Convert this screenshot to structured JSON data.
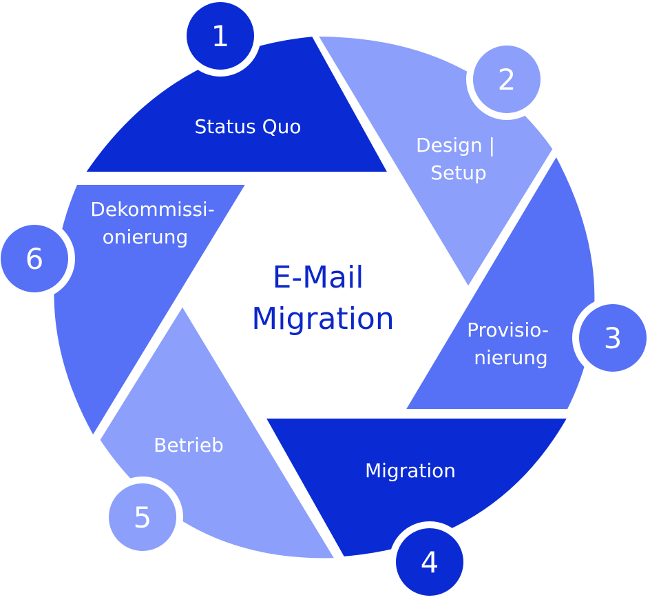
{
  "center": {
    "line1": "E-Mail",
    "line2": "Migration"
  },
  "colors": {
    "dark": "#0a2bd3",
    "medium": "#5670f6",
    "light": "#8b9ffb",
    "center_text": "#0b26c9",
    "label_text": "#ffffff"
  },
  "steps": [
    {
      "number": "1",
      "label_line1": "Status Quo",
      "label_line2": "",
      "color": "dark"
    },
    {
      "number": "2",
      "label_line1": "Design |",
      "label_line2": "Setup",
      "color": "light"
    },
    {
      "number": "3",
      "label_line1": "Provisio-",
      "label_line2": "nierung",
      "color": "medium"
    },
    {
      "number": "4",
      "label_line1": "Migration",
      "label_line2": "",
      "color": "dark"
    },
    {
      "number": "5",
      "label_line1": "Betrieb",
      "label_line2": "",
      "color": "light"
    },
    {
      "number": "6",
      "label_line1": "Dekommissi-",
      "label_line2": "onierung",
      "color": "medium"
    }
  ]
}
